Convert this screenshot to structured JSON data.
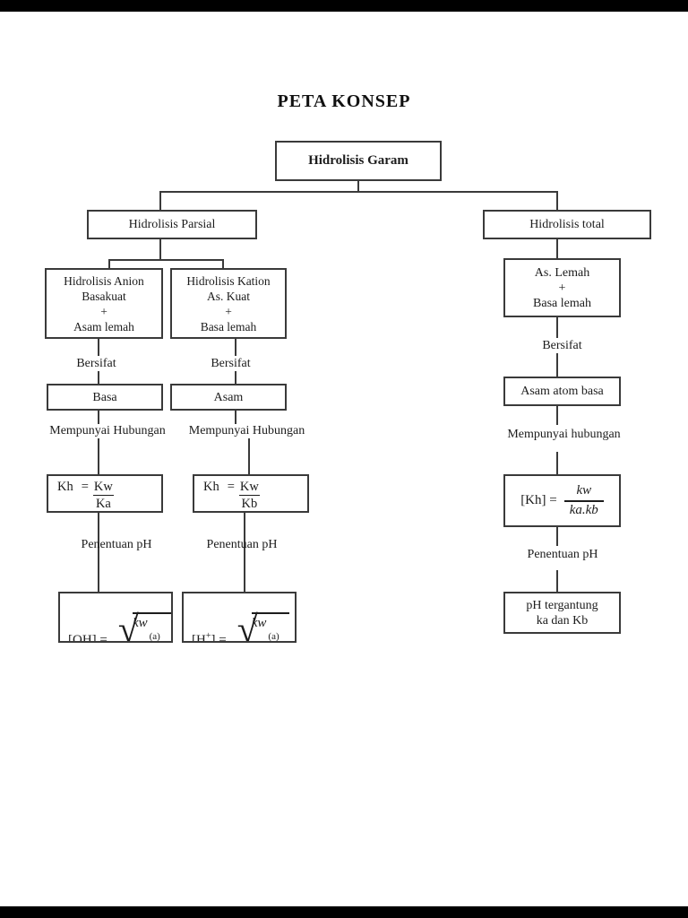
{
  "title": "PETA KONSEP",
  "nodes": {
    "root": {
      "label": "Hidrolisis Garam"
    },
    "parsial": {
      "label": "Hidrolisis Parsial"
    },
    "total": {
      "label": "Hidrolisis total"
    },
    "anion": {
      "lines": [
        "Hidrolisis Anion",
        "Basakuat",
        "+",
        "Asam lemah"
      ]
    },
    "kation": {
      "lines": [
        "Hidrolisis Kation",
        "As. Kuat",
        "+",
        "Basa lemah"
      ]
    },
    "basa": {
      "label": "Basa"
    },
    "asam": {
      "label": "Asam"
    },
    "as_basa_lemah": {
      "lines": [
        "As. Lemah",
        "+",
        "Basa lemah"
      ]
    },
    "asam_atom_basa": {
      "label": "Asam atom basa"
    },
    "ph_tergantung": {
      "lines": [
        "pH tergantung",
        "ka dan Kb"
      ]
    }
  },
  "labels": {
    "bersifat_left": "Bersifat",
    "bersifat_right": "Bersifat",
    "bersifat_total": "Bersifat",
    "hubungan_left": "Mempunyai Hubungan",
    "hubungan_right": "Mempunyai Hubungan",
    "hubungan_total": "Mempunyai hubungan",
    "penentuan_left": "Penentuan pH",
    "penentuan_right": "Penentuan pH",
    "penentuan_total": "Penentuan pH"
  },
  "formulas": {
    "kh_ka": {
      "lhs": "Kh",
      "eq": "=",
      "num": "Kw",
      "den": "Ka"
    },
    "kh_kb": {
      "lhs": "Kh",
      "eq": "=",
      "num": "Kw",
      "den": "Kb"
    },
    "kh_total": {
      "lhs": "[Kh] =",
      "num": "kw",
      "den": "ka.kb"
    },
    "oh": {
      "lhs": "[OH] =",
      "radicand": "kw",
      "sub": "(a)"
    },
    "h": {
      "lhs_open": "[H",
      "sup": "+",
      "lhs_close": "] =",
      "radicand": "kw",
      "sub": "(a)"
    }
  },
  "colors": {
    "ink": "#1c1c1c",
    "line": "#3a3a3a",
    "letterbox": "#000000",
    "background": "#ffffff"
  }
}
